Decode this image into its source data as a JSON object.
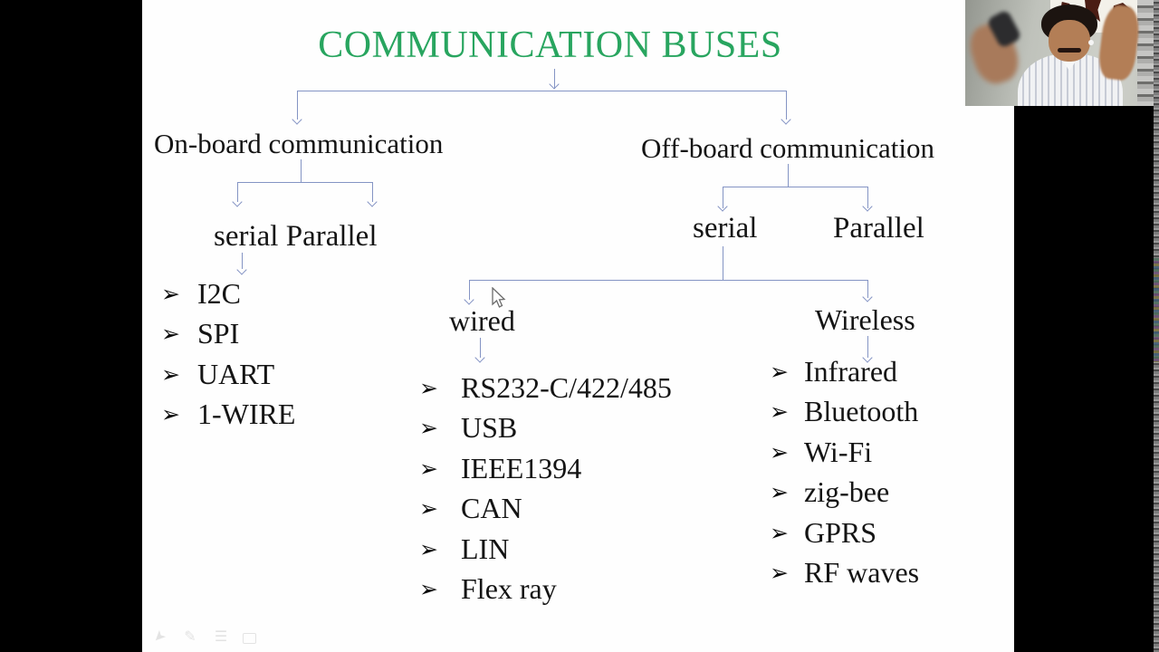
{
  "tree": {
    "root": "COMMUNICATION BUSES",
    "children": [
      {
        "label": "On-board communication",
        "children": [
          {
            "label": "serial Parallel",
            "items": [
              "I2C",
              "SPI",
              "UART",
              "1-WIRE"
            ]
          }
        ]
      },
      {
        "label": "Off-board communication",
        "children": [
          {
            "label": "serial",
            "children": [
              {
                "label": "wired",
                "items": [
                  "RS232-C/422/485",
                  "USB",
                  "IEEE1394",
                  "CAN",
                  "LIN",
                  "Flex ray"
                ]
              },
              {
                "label": "Wireless",
                "items": [
                  "Infrared",
                  "Bluetooth",
                  "Wi-Fi",
                  "zig-bee",
                  "GPRS",
                  "RF waves"
                ]
              }
            ]
          },
          {
            "label": "Parallel"
          }
        ]
      }
    ]
  },
  "glyphs": {
    "bullet": "➢"
  },
  "toolbar": {
    "icons": [
      {
        "name": "pointer-arrow",
        "glyph": "➤"
      },
      {
        "name": "pen",
        "glyph": "✎"
      },
      {
        "name": "slide-menu",
        "glyph": "☰"
      },
      {
        "name": "comment",
        "glyph": ""
      }
    ]
  },
  "colors": {
    "title_green": "#28a55f",
    "connector_blue": "#8494c4",
    "slide_background": "#fefefe",
    "letterbox_bar": "#000000"
  }
}
